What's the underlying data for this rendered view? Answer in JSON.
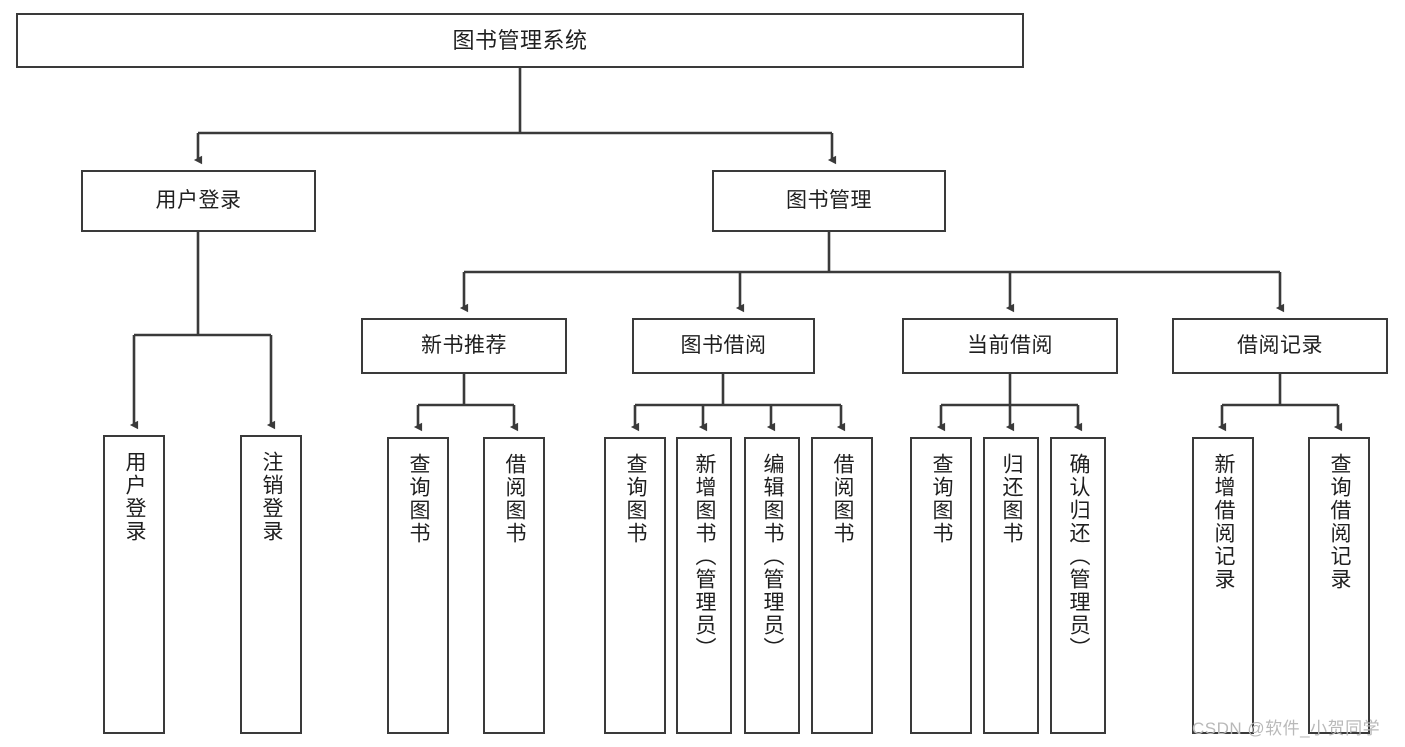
{
  "diagram": {
    "type": "tree-hierarchy",
    "title": "图书管理系统",
    "root": {
      "label": "图书管理系统"
    },
    "level2": [
      {
        "label": "用户登录"
      },
      {
        "label": "图书管理"
      }
    ],
    "level3": [
      {
        "label": "新书推荐"
      },
      {
        "label": "图书借阅"
      },
      {
        "label": "当前借阅"
      },
      {
        "label": "借阅记录"
      }
    ],
    "leaves": {
      "user_login": [
        {
          "label": "用户登录"
        },
        {
          "label": "注销登录"
        }
      ],
      "new_book_recommend": [
        {
          "label": "查询图书"
        },
        {
          "label": "借阅图书"
        }
      ],
      "book_borrow": [
        {
          "label": "查询图书"
        },
        {
          "label": "新增图书（管理员）"
        },
        {
          "label": "编辑图书（管理员）"
        },
        {
          "label": "借阅图书"
        }
      ],
      "current_borrow": [
        {
          "label": "查询图书"
        },
        {
          "label": "归还图书"
        },
        {
          "label": "确认归还（管理员）"
        }
      ],
      "borrow_record": [
        {
          "label": "新增借阅记录"
        },
        {
          "label": "查询借阅记录"
        }
      ]
    }
  },
  "watermark": {
    "text": "CSDN @软件_小贺同学"
  },
  "colors": {
    "stroke": "#3a3a3a",
    "box_fill": "#ffffff",
    "text": "#1f1f1f",
    "watermark": "#b9b9b9",
    "background": "#ffffff"
  }
}
